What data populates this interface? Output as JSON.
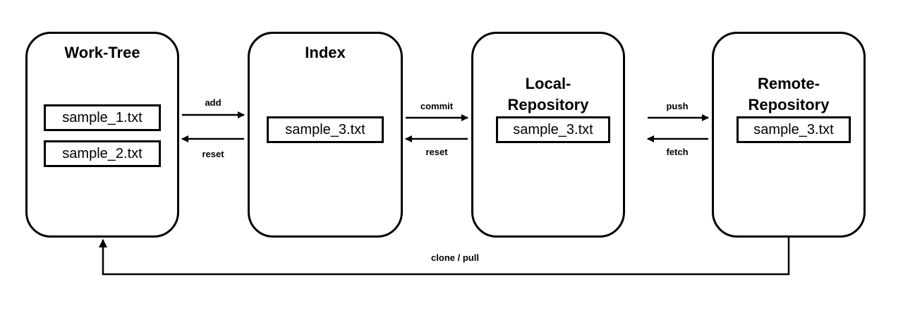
{
  "stages": [
    {
      "title": "Work-Tree",
      "files": [
        "sample_1.txt",
        "sample_2.txt"
      ]
    },
    {
      "title": "Index",
      "files": [
        "sample_3.txt"
      ]
    },
    {
      "title_lines": [
        "Local-",
        "Repository"
      ],
      "files": [
        "sample_3.txt"
      ]
    },
    {
      "title_lines": [
        "Remote-",
        "Repository"
      ],
      "files": [
        "sample_3.txt"
      ]
    }
  ],
  "arrows": {
    "add": "add",
    "reset_index": "reset",
    "commit": "commit",
    "reset_local": "reset",
    "push": "push",
    "fetch": "fetch",
    "clone_pull": "clone / pull"
  },
  "colors": {
    "stroke": "#000000",
    "background": "#ffffff"
  }
}
